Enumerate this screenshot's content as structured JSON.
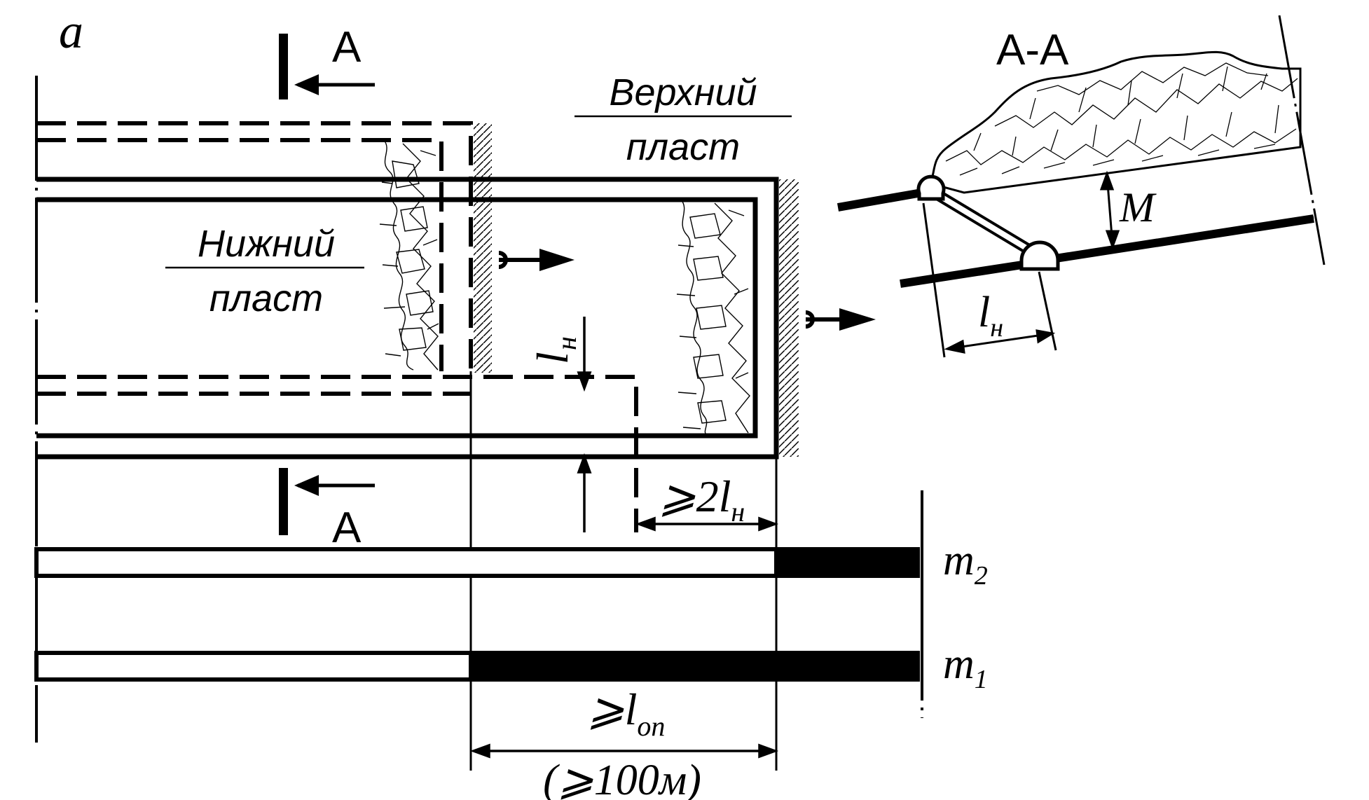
{
  "labels": {
    "fig_letter": "a",
    "section_mark": "A",
    "section_title": "A-A",
    "upper_seam": "Верхний",
    "seam_word_upper": "пласт",
    "lower_seam": "Нижний",
    "seam_word_lower": "пласт",
    "l_main": "l",
    "l_sub": "н",
    "dim_2l_prefix": "⩾2l",
    "dim_2l_sub": "н",
    "dim_lop_prefix": "⩾l",
    "dim_lop_sub": "оп",
    "dim_100": "(⩾100м)",
    "m_main": "m",
    "m2_sub": "2",
    "m1_sub": "1",
    "M_label": "M"
  },
  "colors": {
    "ink": "#000000",
    "paper": "#ffffff"
  }
}
